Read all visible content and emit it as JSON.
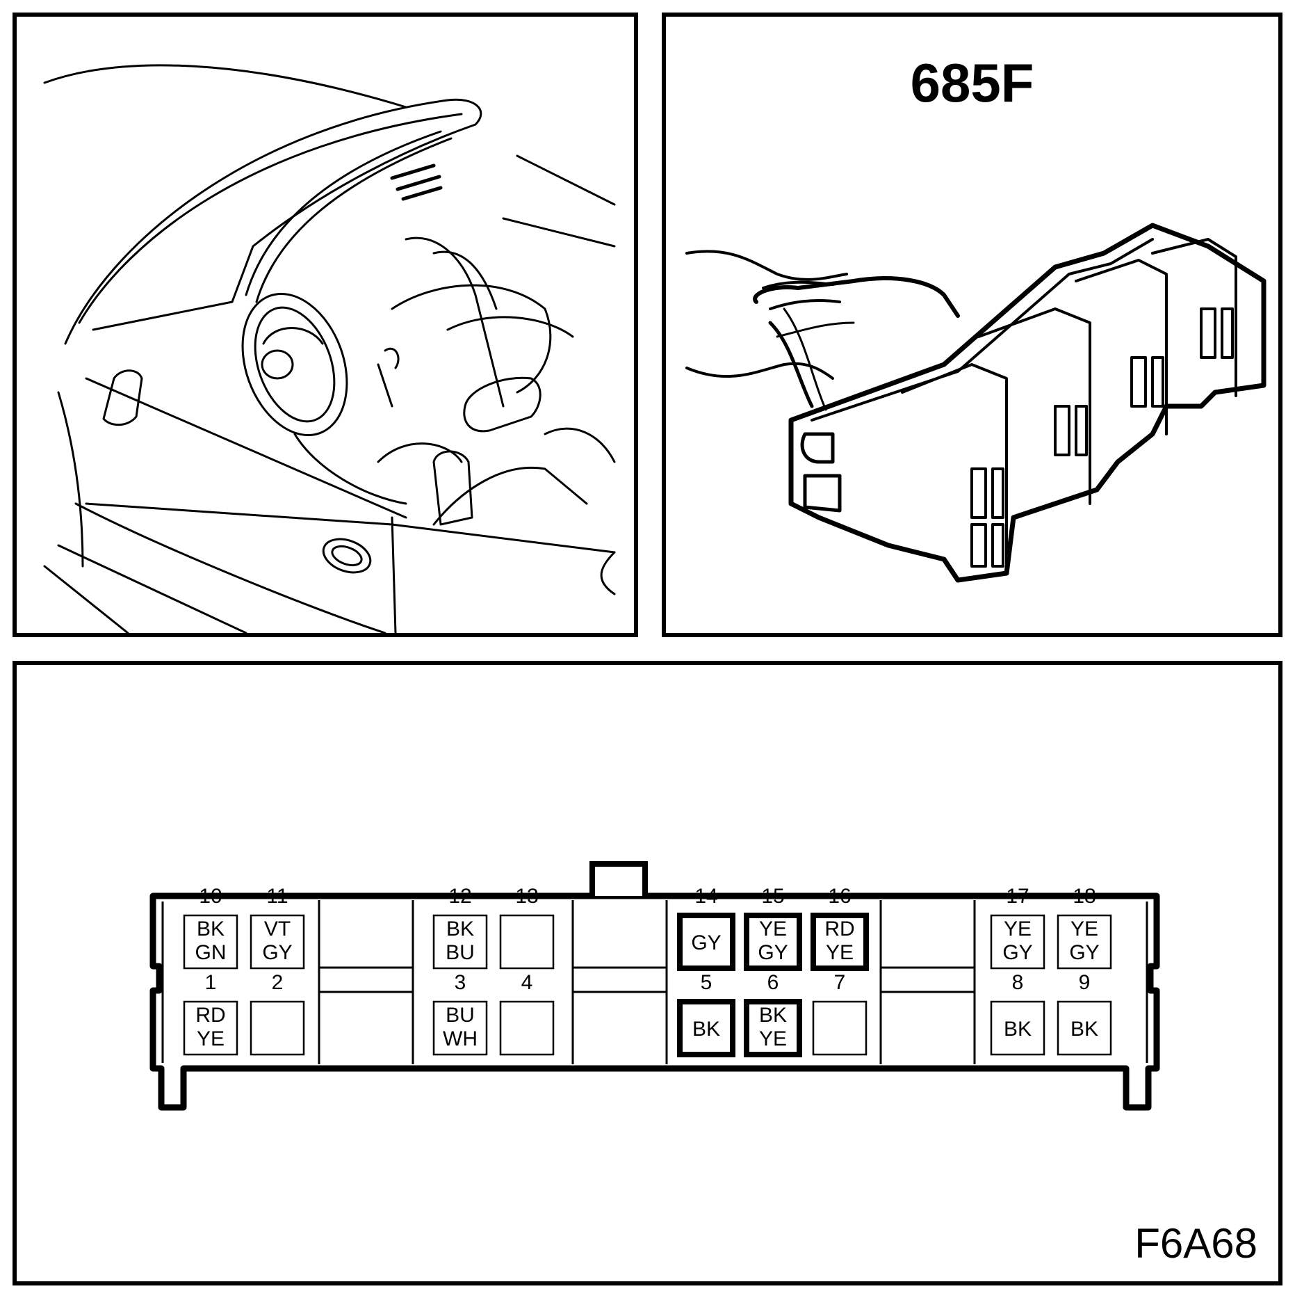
{
  "connector": {
    "id": "685F"
  },
  "figure": {
    "code": "F6A68"
  },
  "pins": [
    {
      "number": "10",
      "row": "top",
      "slot": 0,
      "wire": [
        "BK",
        "GN"
      ],
      "highlighted": false
    },
    {
      "number": "11",
      "row": "top",
      "slot": 1,
      "wire": [
        "VT",
        "GY"
      ],
      "highlighted": false
    },
    {
      "number": "1",
      "row": "bottom",
      "slot": 0,
      "wire": [
        "RD",
        "YE"
      ],
      "highlighted": false
    },
    {
      "number": "2",
      "row": "bottom",
      "slot": 1,
      "wire": [],
      "highlighted": false
    },
    {
      "number": "12",
      "row": "top",
      "slot": 2,
      "wire": [
        "BK",
        "BU"
      ],
      "highlighted": false
    },
    {
      "number": "13",
      "row": "top",
      "slot": 3,
      "wire": [],
      "highlighted": false
    },
    {
      "number": "3",
      "row": "bottom",
      "slot": 2,
      "wire": [
        "BU",
        "WH"
      ],
      "highlighted": false
    },
    {
      "number": "4",
      "row": "bottom",
      "slot": 3,
      "wire": [],
      "highlighted": false
    },
    {
      "number": "14",
      "row": "top",
      "slot": 4,
      "wire": [
        "GY"
      ],
      "highlighted": true
    },
    {
      "number": "15",
      "row": "top",
      "slot": 5,
      "wire": [
        "YE",
        "GY"
      ],
      "highlighted": true
    },
    {
      "number": "16",
      "row": "top",
      "slot": 6,
      "wire": [
        "RD",
        "YE"
      ],
      "highlighted": true
    },
    {
      "number": "5",
      "row": "bottom",
      "slot": 4,
      "wire": [
        "BK"
      ],
      "highlighted": true
    },
    {
      "number": "6",
      "row": "bottom",
      "slot": 5,
      "wire": [
        "BK",
        "YE"
      ],
      "highlighted": true
    },
    {
      "number": "7",
      "row": "bottom",
      "slot": 6,
      "wire": [],
      "highlighted": false
    },
    {
      "number": "17",
      "row": "top",
      "slot": 7,
      "wire": [
        "YE",
        "GY"
      ],
      "highlighted": false
    },
    {
      "number": "18",
      "row": "top",
      "slot": 8,
      "wire": [
        "YE",
        "GY"
      ],
      "highlighted": false
    },
    {
      "number": "8",
      "row": "bottom",
      "slot": 7,
      "wire": [
        "BK"
      ],
      "highlighted": false
    },
    {
      "number": "9",
      "row": "bottom",
      "slot": 8,
      "wire": [
        "BK"
      ],
      "highlighted": false
    }
  ]
}
